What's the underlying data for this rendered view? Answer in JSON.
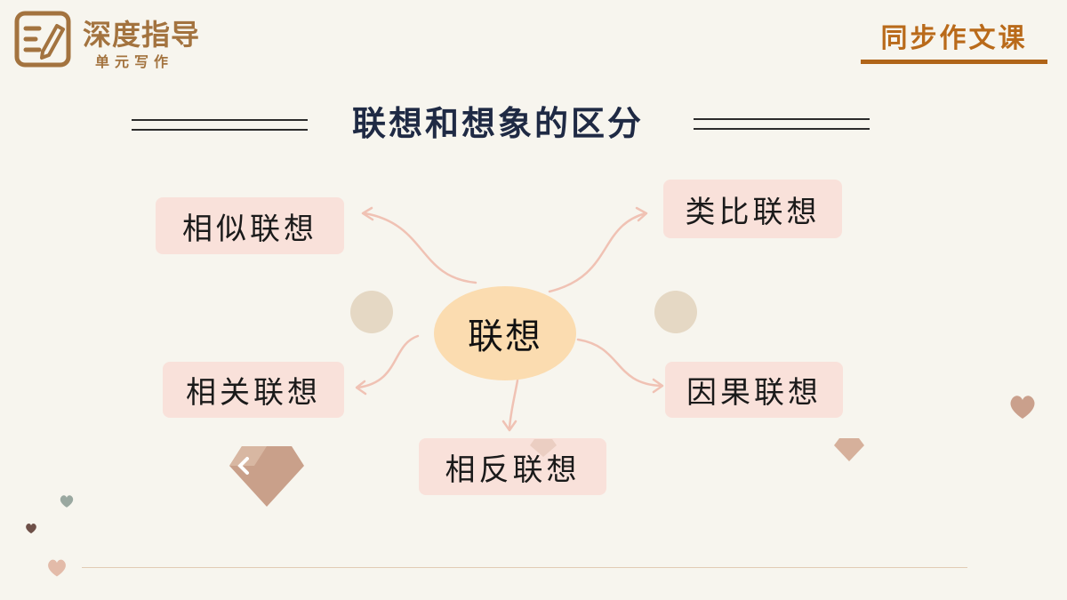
{
  "logo": {
    "title": "深度指导",
    "subtitle": "单元写作"
  },
  "course_label": "同步作文课",
  "page_title": "联想和想象的区分",
  "mindmap": {
    "center": "联想",
    "nodes": {
      "similar": "相似联想",
      "analogy": "类比联想",
      "related": "相关联想",
      "causal": "因果联想",
      "opposite": "相反联想"
    }
  },
  "colors": {
    "background": "#f7f5ee",
    "brand": "#a3733f",
    "course_accent": "#b06418",
    "title": "#1f2a44",
    "node_fill": "#f9e1da",
    "center_fill": "#fbdcb0",
    "arrow": "#f0c2b4"
  }
}
